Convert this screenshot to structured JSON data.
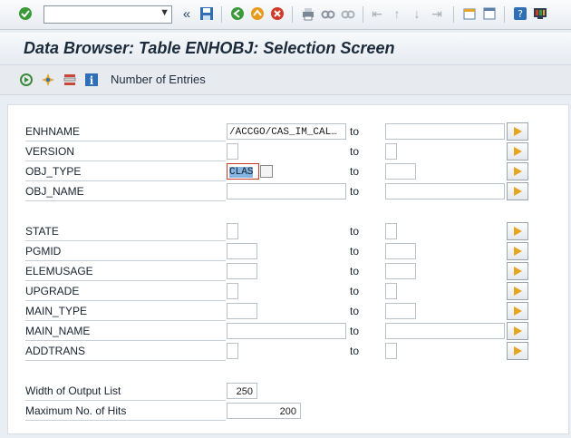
{
  "toolbar": {
    "command_value": "",
    "icons": [
      "enter-check-icon",
      "back-icon",
      "save-icon",
      "back-green-icon",
      "exit-icon",
      "cancel-icon",
      "print-icon",
      "find-icon",
      "find-next-icon",
      "first-page-icon",
      "prev-page-icon",
      "next-page-icon",
      "last-page-icon",
      "new-session-icon",
      "shortcut-icon",
      "help-icon",
      "customize-icon"
    ]
  },
  "title": "Data Browser: Table ENHOBJ: Selection Screen",
  "app_toolbar": {
    "number_of_entries_label": "Number of Entries"
  },
  "fields": [
    {
      "name": "ENHNAME",
      "from": "/ACCGO/CAS_IM_CAL…",
      "to_label": "to"
    },
    {
      "name": "VERSION",
      "from": "",
      "to_label": "to"
    },
    {
      "name": "OBJ_TYPE",
      "from": "CLAS",
      "to_label": "to"
    },
    {
      "name": "OBJ_NAME",
      "from": "",
      "to_label": "to"
    },
    {
      "name": "STATE",
      "from": "",
      "to_label": "to"
    },
    {
      "name": "PGMID",
      "from": "",
      "to_label": "to"
    },
    {
      "name": "ELEMUSAGE",
      "from": "",
      "to_label": "to"
    },
    {
      "name": "UPGRADE",
      "from": "",
      "to_label": "to"
    },
    {
      "name": "MAIN_TYPE",
      "from": "",
      "to_label": "to"
    },
    {
      "name": "MAIN_NAME",
      "from": "",
      "to_label": "to"
    },
    {
      "name": "ADDTRANS",
      "from": "",
      "to_label": "to"
    }
  ],
  "output": {
    "width_label": "Width of Output List",
    "width_value": "250",
    "max_hits_label": "Maximum No. of Hits",
    "max_hits_value": "200"
  },
  "colors": {
    "accent_arrow": "#e5a51e",
    "title": "#1b2b3c",
    "focus_border": "#c23b22"
  }
}
